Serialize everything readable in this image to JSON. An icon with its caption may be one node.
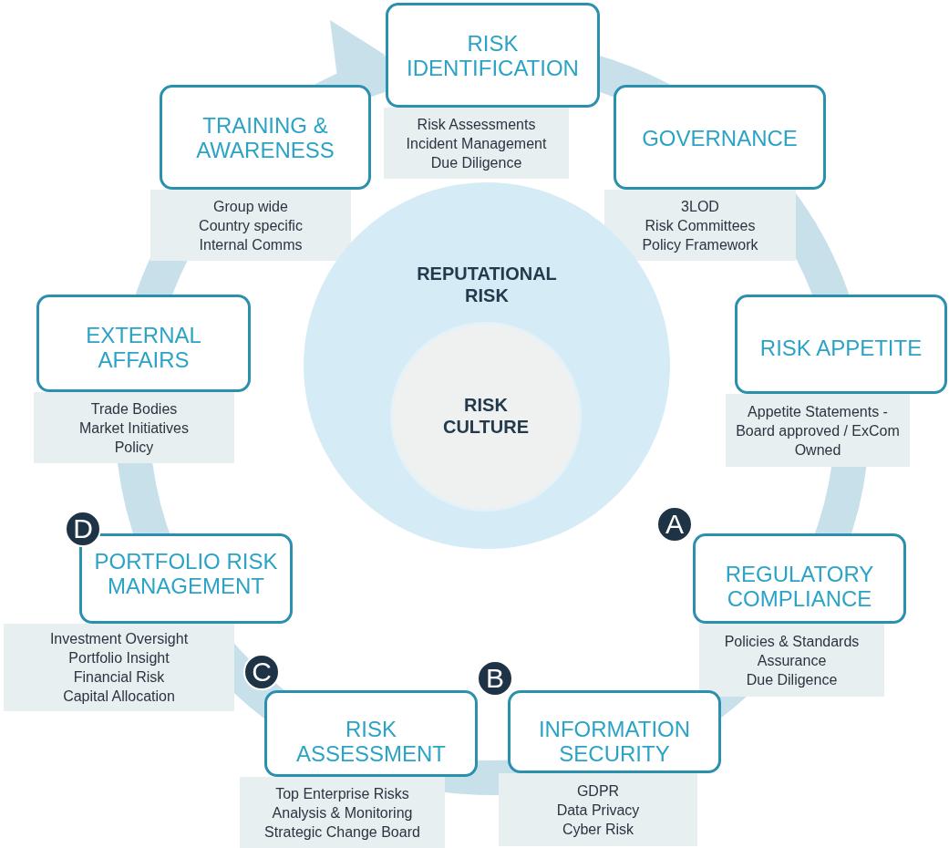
{
  "diagram": {
    "nodes": [
      {
        "text": [
          "RISK IDENTIFICATION"
        ]
      },
      {
        "text": [
          "Risk Assessments",
          "Incident Management",
          "Due Diligence"
        ]
      },
      {
        "text": [
          "TRAINING & AWARENESS"
        ]
      },
      {
        "text": [
          "Group wide",
          "Country specific",
          "Internal Comms"
        ]
      },
      {
        "text": [
          "GOVERNANCE"
        ]
      },
      {
        "text": [
          "3LOD",
          "Risk Committees",
          "Policy Framework"
        ]
      },
      {
        "text": [
          "REPUTATIONAL RISK"
        ]
      },
      {
        "text": [
          "RISK CULTURE"
        ],
        "in": 6
      },
      {
        "text": [
          "EXTERNAL AFFAIRS"
        ]
      },
      {
        "text": [
          "Trade Bodies",
          "Market Initiatives",
          "Policy"
        ]
      },
      {
        "text": [
          "RISK APPETITE"
        ]
      },
      {
        "text": [
          "Appetite Statements - Board approved / ExCom Owned"
        ]
      },
      {
        "text": [
          "PORTFOLIO RISK MANAGEMENT"
        ]
      },
      {
        "text": [
          "Investment Oversight",
          "Portfolio Insight",
          "Financial Risk",
          "Capital Allocation"
        ]
      },
      {
        "text": [
          "REGULATORY COMPLIANCE"
        ]
      },
      {
        "text": [
          "Policies & Standards",
          "Assurance",
          "Due Diligence"
        ]
      },
      {
        "text": [
          "RISK ASSESSMENT"
        ]
      },
      {
        "text": [
          "Top Enterprise Risks",
          "Analysis & Monitoring",
          "Strategic Change Board"
        ]
      },
      {
        "text": [
          "INFORMATION SECURITY"
        ]
      },
      {
        "text": [
          "GDPR",
          "Data Privacy",
          "Cyber Risk"
        ]
      }
    ],
    "labels": [
      "A",
      "B",
      "C",
      "D"
    ]
  }
}
